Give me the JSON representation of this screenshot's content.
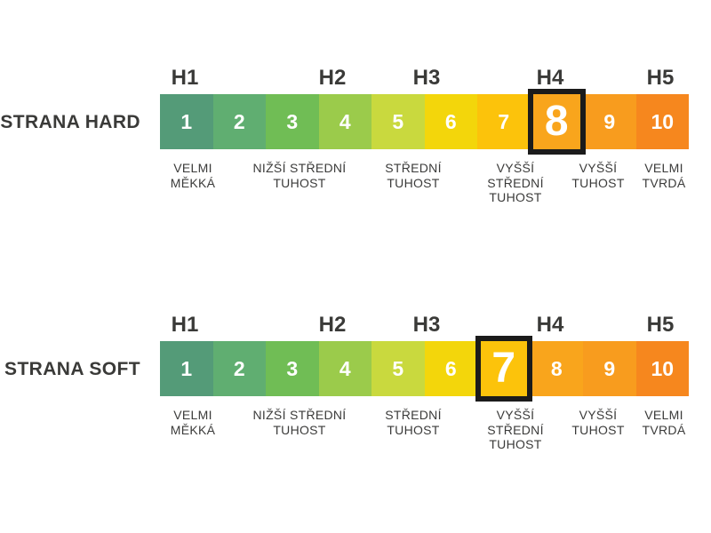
{
  "page_background": "#ffffff",
  "category_labels": [
    "H1",
    "H2",
    "H3",
    "H4",
    "H5"
  ],
  "cells": {
    "numbers": [
      "1",
      "2",
      "3",
      "4",
      "5",
      "6",
      "7",
      "8",
      "9",
      "10"
    ],
    "colors": [
      "#549b78",
      "#60ae71",
      "#70bd55",
      "#9bcb4b",
      "#c9d93e",
      "#f3d60b",
      "#fcc30b",
      "#f9a51c",
      "#f89c1e",
      "#f6871e"
    ]
  },
  "descriptions": [
    {
      "lines": [
        "VELMI",
        "MĚKKÁ"
      ]
    },
    {
      "lines": [
        "NIŽŠÍ STŘEDNÍ",
        "TUHOST"
      ]
    },
    {
      "lines": [
        "STŘEDNÍ",
        "TUHOST"
      ]
    },
    {
      "lines": [
        "VYŠŠÍ",
        "STŘEDNÍ",
        "TUHOST"
      ]
    },
    {
      "lines": [
        "VYŠŠÍ",
        "TUHOST"
      ]
    },
    {
      "lines": [
        "VELMI",
        "TVRDÁ"
      ]
    }
  ],
  "scales": [
    {
      "label": "STRANA HARD",
      "selected": 8
    },
    {
      "label": "STRANA SOFT",
      "selected": 7
    }
  ],
  "frame_color": "#1b1b1b",
  "text_color": "#3b3b3a",
  "number_color": "#ffffff"
}
